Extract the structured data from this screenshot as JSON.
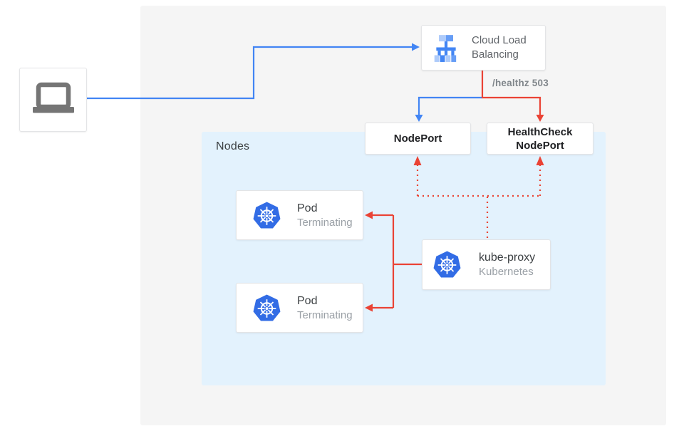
{
  "diagram": {
    "client": {
      "icon": "laptop-icon"
    },
    "cloud_load_balancing": {
      "label": "Cloud Load Balancing",
      "icon": "cloud-load-balancing-icon"
    },
    "healthz_badge": "/healthz 503",
    "node_port": {
      "label": "NodePort"
    },
    "health_check_node_port": {
      "label": "HealthCheck NodePort"
    },
    "nodes_group": {
      "label": "Nodes"
    },
    "pods": [
      {
        "title": "Pod",
        "status": "Terminating",
        "icon": "kubernetes-icon"
      },
      {
        "title": "Pod",
        "status": "Terminating",
        "icon": "kubernetes-icon"
      }
    ],
    "kube_proxy": {
      "title": "kube-proxy",
      "subtitle": "Kubernetes",
      "icon": "kubernetes-icon"
    },
    "colors": {
      "traffic_blue": "#4285F4",
      "error_red": "#EA4335",
      "nodes_background": "#E3F2FD",
      "panel_background": "#F5F5F5",
      "kubernetes_blue": "#326CE5",
      "icon_gray": "#757575",
      "muted_text": "#80868B",
      "dark_text": "#202124"
    }
  }
}
